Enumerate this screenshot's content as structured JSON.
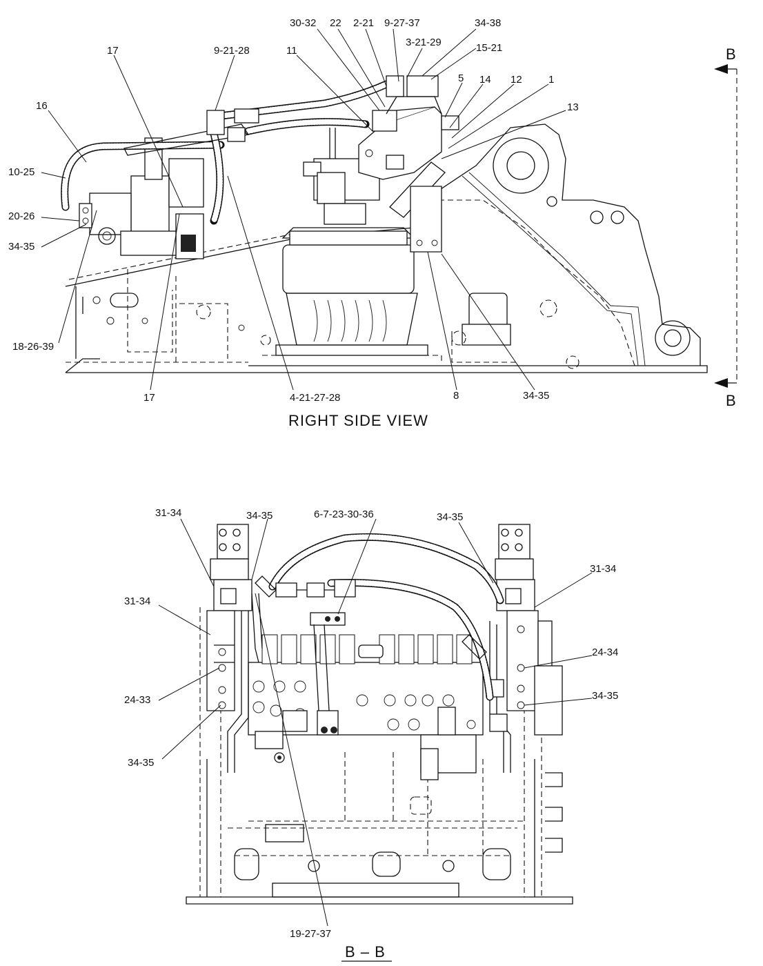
{
  "right_side_view": {
    "title": "RIGHT SIDE VIEW",
    "section_markers": [
      "B",
      "B"
    ],
    "callouts": [
      "30-32",
      "22",
      "2-21",
      "9-27-37",
      "34-38",
      "3-21-29",
      "15-21",
      "11",
      "17",
      "9-21-28",
      "5",
      "14",
      "12",
      "1",
      "13",
      "16",
      "10-25",
      "20-26",
      "34-35",
      "18-26-39",
      "17",
      "4-21-27-28",
      "8",
      "34-35"
    ]
  },
  "section_b_b": {
    "title": "B – B",
    "callouts": [
      "31-34",
      "34-35",
      "6-7-23-30-36",
      "34-35",
      "31-34",
      "31-34",
      "24-34",
      "24-33",
      "34-35",
      "34-35",
      "19-27-37"
    ]
  }
}
